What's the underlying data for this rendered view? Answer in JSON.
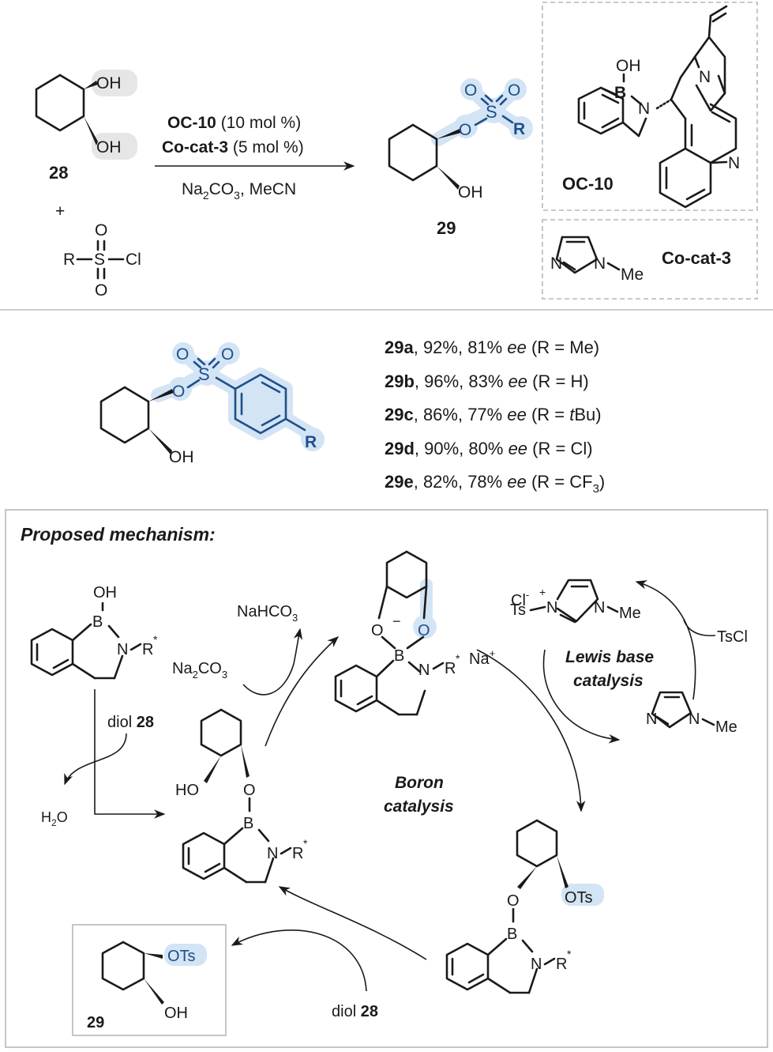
{
  "reaction": {
    "reagent_line1_bold": "OC-10",
    "reagent_line1_rest": " (10 mol %)",
    "reagent_line2_bold": "Co-cat-3",
    "reagent_line2_rest": " (5 mol %)",
    "conditions_a": "Na",
    "conditions_sub": "2",
    "conditions_b": "CO",
    "conditions_sub2": "3",
    "conditions_c": ", MeCN",
    "plus": "+",
    "diol_label": "28",
    "product_label": "29",
    "catalyst_label": "OC-10",
    "cocat_label": "Co-cat-3"
  },
  "atoms": {
    "OH": "OH",
    "O": "O",
    "S": "S",
    "R": "R",
    "B": "B",
    "N": "N",
    "Cl": "Cl",
    "Me": "Me",
    "HO": "HO",
    "OTs": "OTs",
    "Ts": "Ts",
    "Rstar": "R",
    "star": "*",
    "Na": "Na",
    "plus_sup": "+",
    "minus": "−",
    "cl_minus": "Cl",
    "sup_minus": "-",
    "H2O_a": "H",
    "H2O_sub": "2",
    "H2O_b": "O",
    "TsCl": "TsCl",
    "NaHCO3_a": "NaHCO",
    "NaHCO3_sub": "3",
    "Na2CO3_a": "Na",
    "Na2CO3_sub": "2",
    "Na2CO3_b": "CO",
    "Na2CO3_sub2": "3"
  },
  "results": [
    {
      "id": "29a",
      "yield": ", 92%, 81% ",
      "ee": "ee",
      "r": " (R = Me)"
    },
    {
      "id": "29b",
      "yield": ", 96%, 83% ",
      "ee": "ee",
      "r": " (R = H)"
    },
    {
      "id": "29c",
      "yield": ", 86%, 77% ",
      "ee": "ee",
      "r_pre": " (R = ",
      "r_it": "t",
      "r_post": "Bu)"
    },
    {
      "id": "29d",
      "yield": ", 90%, 80% ",
      "ee": "ee",
      "r": " (R = Cl)"
    },
    {
      "id": "29e",
      "yield": ", 82%, 78% ",
      "ee": "ee",
      "r_pre": " (R = CF",
      "r_sub": "3",
      "r_post": ")"
    }
  ],
  "mechanism": {
    "title": "Proposed mechanism:",
    "diol_text": "diol ",
    "diol_num": "28",
    "boron_1": "Boron",
    "boron_2": "catalysis",
    "lewis_1": "Lewis base",
    "lewis_2": "catalysis",
    "product_label": "29"
  },
  "colors": {
    "highlight": "#d3e4f4",
    "blue_atom": "#1d4f8c",
    "gray_highlight": "#e6e6e6",
    "box": "#b8b8b8"
  }
}
